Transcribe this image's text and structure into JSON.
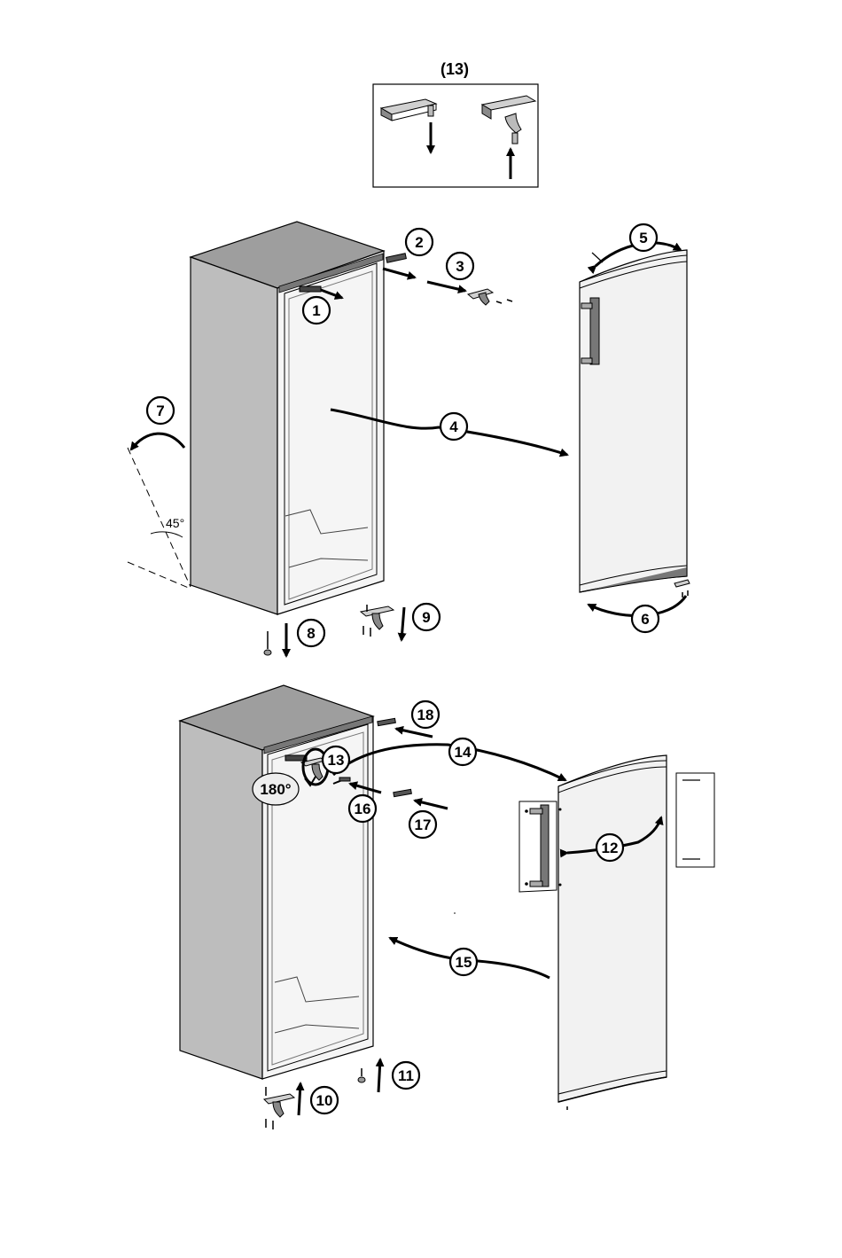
{
  "inset": {
    "title": "(13)"
  },
  "angle_label": "45°",
  "rotation_label": "180°",
  "steps": {
    "s1": "1",
    "s2": "2",
    "s3": "3",
    "s4": "4",
    "s5": "5",
    "s6": "6",
    "s7": "7",
    "s8": "8",
    "s9": "9",
    "s10": "10",
    "s11": "11",
    "s12": "12",
    "s13": "13",
    "s14": "14",
    "s15": "15",
    "s16": "16",
    "s17": "17",
    "s18": "18"
  },
  "colors": {
    "line": "#000000",
    "cabinet_side": "#bdbdbd",
    "cabinet_top": "#9e9e9e",
    "door_face": "#f2f2f2",
    "background": "#ffffff"
  }
}
